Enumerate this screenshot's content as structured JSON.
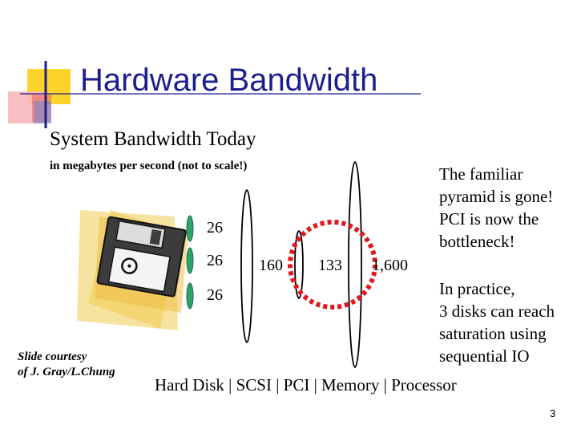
{
  "slide": {
    "title": "Hardware Bandwidth",
    "subtitle": "System Bandwidth Today",
    "units_note": "in megabytes per second (not to scale!)",
    "credit_line1": "Slide courtesy",
    "credit_line2": "of J. Gray/L.Chung",
    "page_number": "3"
  },
  "diagram": {
    "disk_values": [
      "26",
      "26",
      "26"
    ],
    "scsi_value": "160",
    "pci_value": "133",
    "memory_value": "1,600",
    "axis_label": "Hard Disk | SCSI  |  PCI | Memory | Processor",
    "highlight": "PCI",
    "highlight_color": "#e0191f",
    "disk_color": "#2aa56a"
  },
  "notes": {
    "pyramid_line1": "The familiar",
    "pyramid_line2": "pyramid is gone!",
    "pyramid_line3": "PCI is now the",
    "pyramid_line4": "bottleneck!",
    "practice_line1": "In practice,",
    "practice_line2": "3 disks can reach",
    "practice_line3": "saturation using",
    "practice_line4": "sequential IO"
  },
  "decor": {
    "title_accent_colors": [
      "#ffd42a",
      "#f2555a",
      "#6f86c8"
    ],
    "clipart": "floppy-disk-icon"
  }
}
